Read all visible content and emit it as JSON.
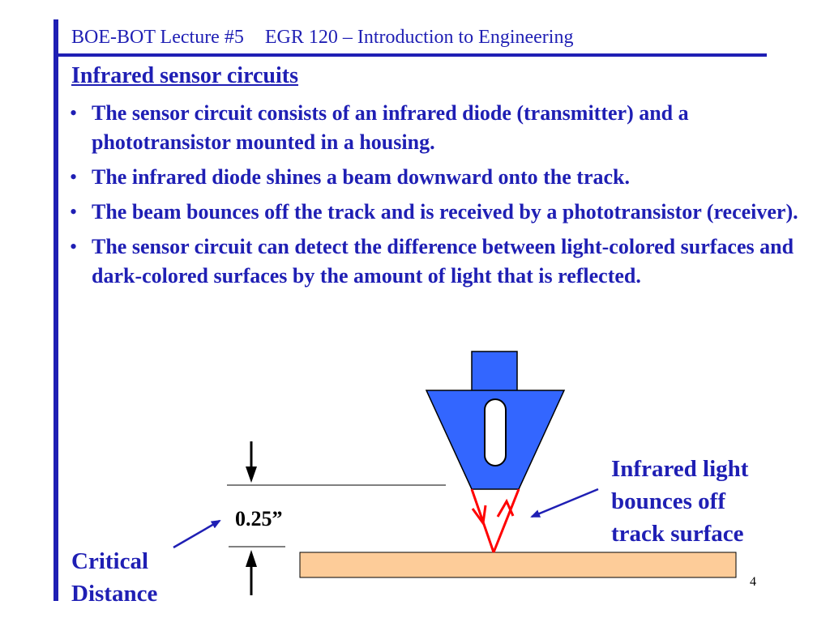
{
  "header": {
    "lecture": "BOE-BOT Lecture #5",
    "course": "EGR 120 – Introduction to Engineering"
  },
  "title": "Infrared sensor circuits",
  "bullets": [
    "The sensor circuit consists of an infrared diode (transmitter) and a phototransistor mounted in a housing.",
    "The infrared diode shines a beam downward onto the track.",
    "The beam bounces off the track and is received by a phototransistor (receiver).",
    "The sensor circuit can detect the difference between light-colored surfaces and dark-colored surfaces by the amount of light that is reflected."
  ],
  "bullet_symbol": "•",
  "diagram": {
    "distance_label": "0.25”",
    "critical_label_line1": "Critical",
    "critical_label_line2": "Distance",
    "ir_label_line1": "Infrared light",
    "ir_label_line2": "bounces off",
    "ir_label_line3": "track surface"
  },
  "page_number": "4",
  "colors": {
    "text": "#1f1fb4",
    "sensor_body": "#3366ff",
    "track": "#fdcc99",
    "beam": "#ff0000"
  }
}
